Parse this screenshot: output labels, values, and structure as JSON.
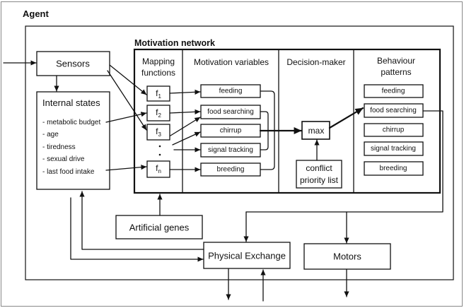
{
  "figure": {
    "agent_label": "Agent",
    "sensors": "Sensors",
    "internal_states": {
      "title": "Internal states",
      "items": [
        "- metabolic budget",
        "- age",
        "- tiredness",
        "- sexual drive",
        "- last food intake"
      ]
    },
    "motivation_network": {
      "title": "Motivation network",
      "columns": {
        "mapping_functions": [
          "Mapping",
          "functions"
        ],
        "motivation_variables": "Motivation variables",
        "decision_maker": "Decision-maker",
        "behaviour_patterns": [
          "Behaviour",
          "patterns"
        ]
      },
      "mapping_functions": [
        {
          "f": "f",
          "sub": "1"
        },
        {
          "f": "f",
          "sub": "2"
        },
        {
          "f": "f",
          "sub": "3"
        },
        {
          "f": "f",
          "sub": "n"
        }
      ],
      "motivation_variables": [
        "feeding",
        "food searching",
        "chirrup",
        "signal tracking",
        "breeding"
      ],
      "decision_maker": {
        "selector": "max",
        "conflict": [
          "conflict",
          "priority list"
        ]
      },
      "behaviour_patterns": [
        "feeding",
        "food searching",
        "chirrup",
        "signal tracking",
        "breeding"
      ]
    },
    "artificial_genes": "Artificial genes",
    "physical_exchange": "Physical Exchange",
    "motors": "Motors"
  },
  "colors": {
    "ink": "#111111",
    "background": "#ffffff"
  }
}
